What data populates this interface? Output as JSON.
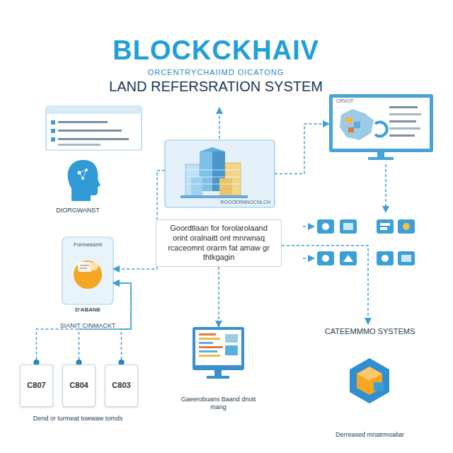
{
  "diagram": {
    "title": "BLOCKCKHAIV",
    "nodes": [
      {
        "text": [
          "DIORGWANST"
        ]
      },
      {
        "text": [
          "Formessmt",
          "D'ABANE",
          "SIANIT CINMACKT"
        ]
      },
      {
        "text": [
          "C807"
        ]
      },
      {
        "text": [
          "C804"
        ]
      },
      {
        "text": [
          "C803"
        ]
      },
      {
        "text": [
          "ROOOERNNOCNLCH"
        ]
      },
      {
        "text": [
          "Goordtlaan for forolarolaand orint oralnaitt ont mnrwnaq rcaceomnt orarm fat amaw gr thtkgagin"
        ]
      },
      {
        "text": [
          "CRVOT"
        ]
      },
      {
        "text": [
          "Gaeerobuans Baand dnott mang"
        ]
      },
      {
        "text": [
          "CATEEMMMO SYSTEMS",
          "Derreased mnatrmoaliar"
        ]
      }
    ],
    "edges": [
      {
        "from": 2,
        "to": 1,
        "arrow": "to"
      },
      {
        "from": 3,
        "to": 1,
        "arrow": "to"
      },
      {
        "from": 4,
        "to": 1,
        "arrow": "to"
      },
      {
        "from": 5,
        "to": 1,
        "arrow": "to"
      },
      {
        "from": 5,
        "to": 7,
        "arrow": "to"
      },
      {
        "from": 6,
        "to": 8,
        "arrow": "to"
      },
      {
        "from": 6,
        "to": 9,
        "arrow": "to"
      }
    ],
    "labels": [
      "ORCENTRYCHAIIMD OICATONG",
      "LAND REFERSRATION SYSTEM",
      "Dend or turmeat towwaw tomds"
    ]
  }
}
